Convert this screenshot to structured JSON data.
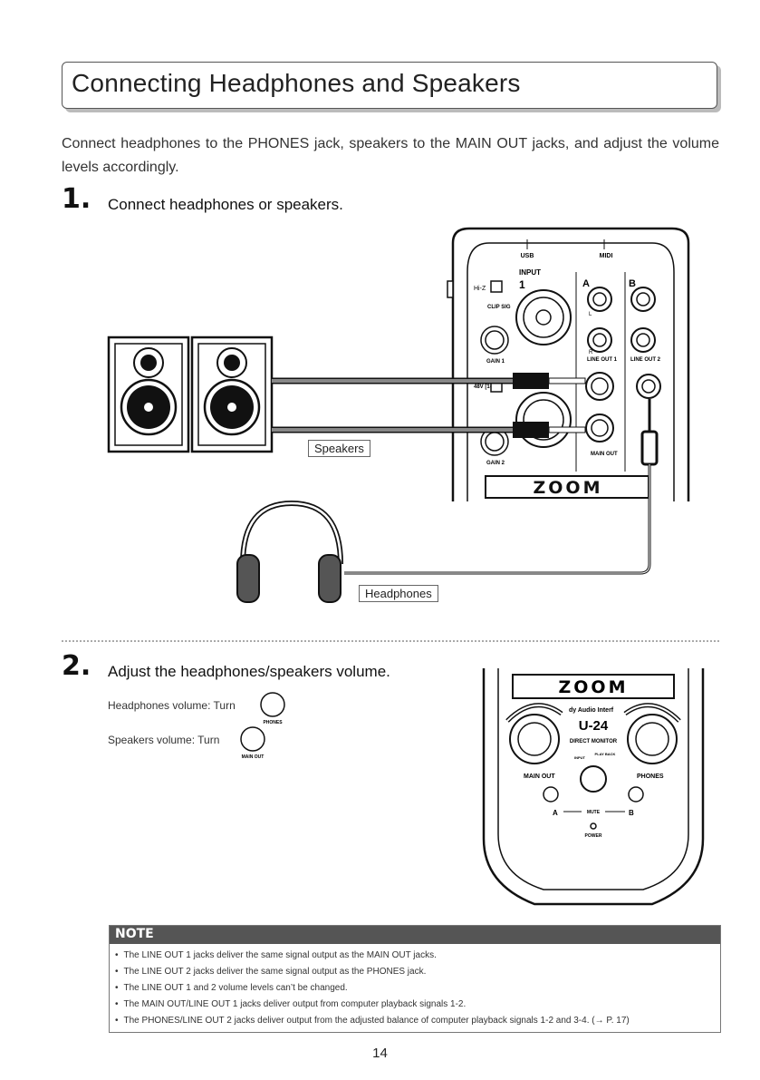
{
  "section": {
    "title": "Connecting Headphones and Speakers",
    "intro": "Connect headphones to the PHONES jack, speakers to the MAIN OUT jacks, and adjust the volume levels accordingly."
  },
  "step1": {
    "number": "1.",
    "title": "Connect headphones or speakers.",
    "label_speakers": "Speakers",
    "label_headphones": "Headphones",
    "device": {
      "usb": "USB",
      "midi": "MIDI",
      "input": "INPUT",
      "input_num": "1",
      "hiz": "Hi-Z",
      "clip_sig": "CLIP SIG",
      "gain1": "GAIN 1",
      "gain2": "GAIN 2",
      "v48": "48V [1-2]",
      "a": "A",
      "b": "B",
      "l": "L",
      "r": "R",
      "line_out_1": "LINE OUT 1",
      "line_out_2": "LINE OUT 2",
      "main_out": "MAIN OUT",
      "logo": "ZOOM"
    }
  },
  "step2": {
    "number": "2.",
    "title": "Adjust the headphones/speakers volume.",
    "headphones_text": "Headphones volume: Turn",
    "headphones_knob": "PHONES",
    "speakers_text": "Speakers volume: Turn",
    "speakers_knob": "MAIN OUT",
    "device": {
      "logo": "ZOOM",
      "audio_interface": "dy Audio Interf",
      "model": "U-24",
      "direct_monitor": "DIRECT MONITOR",
      "input": "INPUT",
      "playback": "PLAY BACK",
      "main_out": "MAIN OUT",
      "phones": "PHONES",
      "a": "A",
      "b": "B",
      "mute": "MUTE",
      "power": "POWER"
    }
  },
  "note": {
    "heading": "NOTE",
    "items": [
      "The LINE OUT 1 jacks deliver the same signal output as the MAIN OUT jacks.",
      "The LINE OUT 2 jacks deliver the same signal output as the PHONES jack.",
      "The LINE OUT 1 and 2 volume levels can’t be changed.",
      "The MAIN OUT/LINE OUT 1 jacks deliver output from computer playback signals 1-2.",
      "The PHONES/LINE OUT 2 jacks deliver output from the adjusted balance of computer playback signals 1-2 and 3-4. (→ P. 17)"
    ]
  },
  "page_number": "14"
}
